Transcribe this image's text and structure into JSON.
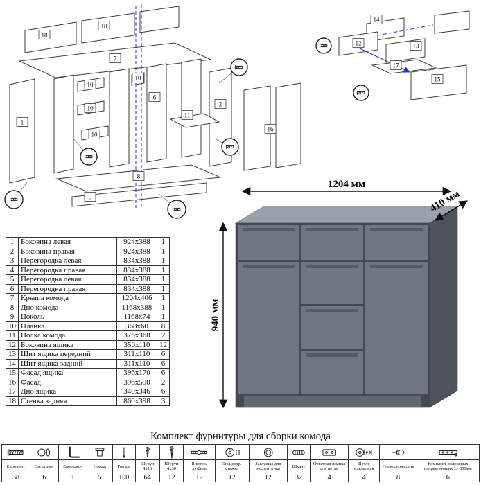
{
  "dimensions": {
    "width": "1204 мм",
    "depth": "410 мм",
    "height": "940 мм"
  },
  "colors": {
    "accent_blue": "#2438c8",
    "chest_front": "#6f7680",
    "chest_top": "#99a0a9",
    "chest_side": "#4e535b",
    "chest_gap": "#454a52",
    "chest_grip": "#555b64",
    "chest_plinth": "#62686f"
  },
  "main_diagram": {
    "labels": [
      "18",
      "18",
      "7",
      "10",
      "10",
      "1",
      "10",
      "10",
      "6",
      "11",
      "2",
      "16",
      "8",
      "9"
    ]
  },
  "drawer_diagram": {
    "labels": [
      "14",
      "12",
      "13",
      "17",
      "15"
    ]
  },
  "parts_table": {
    "rows": [
      {
        "num": "1",
        "name": "Боковина левая",
        "size": "924x388",
        "qty": "1"
      },
      {
        "num": "2",
        "name": "Боковина правая",
        "size": "924x388",
        "qty": "1"
      },
      {
        "num": "3",
        "name": "Перегородка левая",
        "size": "834x388",
        "qty": "1"
      },
      {
        "num": "4",
        "name": "Перегородка правая",
        "size": "834x388",
        "qty": "1"
      },
      {
        "num": "5",
        "name": "Перегородка левая",
        "size": "834x388",
        "qty": "1"
      },
      {
        "num": "6",
        "name": "Перегородка правая",
        "size": "834x388",
        "qty": "1"
      },
      {
        "num": "7",
        "name": "Крыша комода",
        "size": "1204x406",
        "qty": "1"
      },
      {
        "num": "8",
        "name": "Дно комода",
        "size": "1168x388",
        "qty": "1"
      },
      {
        "num": "9",
        "name": "Цоколь",
        "size": "1168x74",
        "qty": "1"
      },
      {
        "num": "10",
        "name": "Планка",
        "size": "368x60",
        "qty": "8"
      },
      {
        "num": "11",
        "name": "Полка комода",
        "size": "376x368",
        "qty": "2"
      },
      {
        "num": "12",
        "name": "Боковина ящика",
        "size": "350x110",
        "qty": "12"
      },
      {
        "num": "13",
        "name": "Щит ящика передний",
        "size": "311x110",
        "qty": "6"
      },
      {
        "num": "14",
        "name": "Щит ящика задний",
        "size": "311x110",
        "qty": "6"
      },
      {
        "num": "15",
        "name": "Фасад ящика",
        "size": "396x170",
        "qty": "6"
      },
      {
        "num": "16",
        "name": "Фасад",
        "size": "396x590",
        "qty": "2"
      },
      {
        "num": "17",
        "name": "Дно ящика",
        "size": "340x346",
        "qty": "6"
      },
      {
        "num": "18",
        "name": "Стенка задняя",
        "size": "860x398",
        "qty": "3"
      }
    ]
  },
  "hardware_table": {
    "title": "Комплект фурнитуры для сборки комода",
    "items": [
      {
        "name": "Евровинт",
        "qty": "38",
        "icon": "euro-screw-icon"
      },
      {
        "name": "Заглушка",
        "qty": "6",
        "icon": "plug-icon"
      },
      {
        "name": "Евроключ",
        "qty": "1",
        "icon": "hex-key-icon"
      },
      {
        "name": "Ножка",
        "qty": "5",
        "icon": "leg-icon"
      },
      {
        "name": "Гвоздь",
        "qty": "100",
        "icon": "nail-icon"
      },
      {
        "name": "Шуруп 4x16",
        "qty": "64",
        "icon": "screw-icon"
      },
      {
        "name": "Шуруп 4x30",
        "qty": "12",
        "icon": "screw-long-icon"
      },
      {
        "name": "Винтов. дюбель",
        "qty": "12",
        "icon": "screw-dowel-icon"
      },
      {
        "name": "Эксцентр. стяжка",
        "qty": "12",
        "icon": "eccentric-cam-icon"
      },
      {
        "name": "Заглушка для эксцентрика",
        "qty": "12",
        "icon": "cam-plug-icon"
      },
      {
        "name": "Шкант",
        "qty": "32",
        "icon": "dowel-icon"
      },
      {
        "name": "Ответная планка для петли",
        "qty": "4",
        "icon": "strike-plate-icon"
      },
      {
        "name": "Петля накладная",
        "qty": "4",
        "icon": "hinge-icon"
      },
      {
        "name": "Полкодержатель",
        "qty": "8",
        "icon": "shelf-pin-icon"
      },
      {
        "name": "Комплект роликовых направляющих L=350мм",
        "qty": "6",
        "icon": "roller-guide-icon"
      }
    ]
  }
}
